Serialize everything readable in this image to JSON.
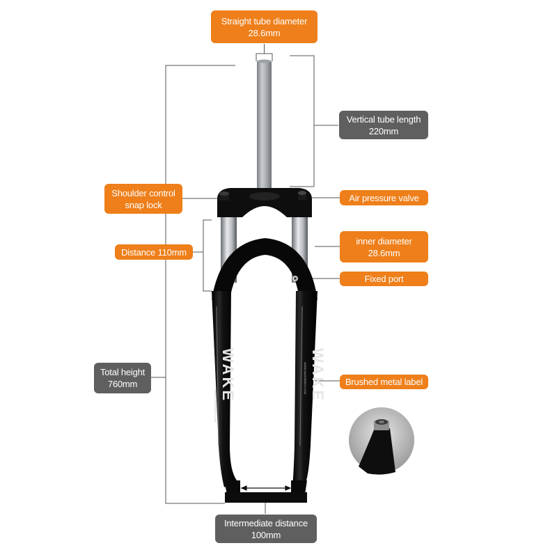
{
  "colors": {
    "label_orange": "#ee7f1a",
    "label_gray": "#5f5f5f",
    "leader_line": "#555555",
    "fork_body": "#0d0d0d",
    "steerer_tube": "#a9acb0"
  },
  "labels": {
    "steerer_diameter": {
      "line1": "Straight tube diameter",
      "line2": "28.6mm"
    },
    "vertical_tube_length": {
      "line1": "Vertical tube length",
      "line2": "220mm"
    },
    "shoulder_lock": {
      "line1": "Shoulder control",
      "line2": "snap lock"
    },
    "air_valve": {
      "line1": "Air pressure valve"
    },
    "travel_distance": {
      "line1": "Distance 110mm"
    },
    "inner_diameter": {
      "line1": "inner diameter",
      "line2": "28.6mm"
    },
    "fixed_port": {
      "line1": "Fixed port"
    },
    "total_height": {
      "line1": "Total height",
      "line2": "760mm"
    },
    "brushed_label": {
      "line1": "Brushed metal label"
    },
    "axle_spacing": {
      "line1": "Intermediate distance",
      "line2": "100mm"
    }
  },
  "product_image": {
    "brand_text": "WAKE",
    "website_text": "WWW.WAKEBIKES.COM"
  }
}
